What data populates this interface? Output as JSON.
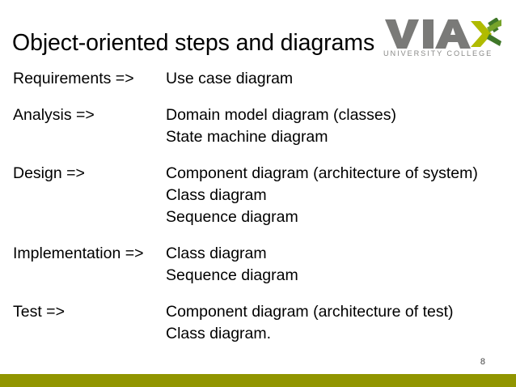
{
  "slide": {
    "title": "Object-oriented steps and diagrams",
    "page_number": "8",
    "background_color": "#ffffff",
    "footer_bar_color": "#919500"
  },
  "logo": {
    "name": "via-university-college-logo",
    "wordmark": "VIA",
    "tagline": "UNIVERSITY COLLEGE",
    "colors": {
      "wordmark_grey": "#7a7a78",
      "tagline_grey": "#8a8a88",
      "chevron_yellow_green": "#b0bb00",
      "chevron_dark_green": "#3f7728",
      "chevron_mid_green": "#76a32a"
    }
  },
  "rows": [
    {
      "step": "Requirements =>",
      "items": [
        "Use case diagram"
      ]
    },
    {
      "step": "Analysis =>",
      "items": [
        "Domain model diagram (classes)",
        "State machine diagram"
      ]
    },
    {
      "step": "Design =>",
      "items": [
        "Component diagram (architecture of system)",
        "Class diagram",
        "Sequence diagram"
      ]
    },
    {
      "step": "Implementation =>",
      "items": [
        "Class diagram",
        "Sequence diagram"
      ]
    },
    {
      "step": "Test =>",
      "items": [
        "Component diagram (architecture of test)",
        "Class diagram."
      ]
    }
  ]
}
